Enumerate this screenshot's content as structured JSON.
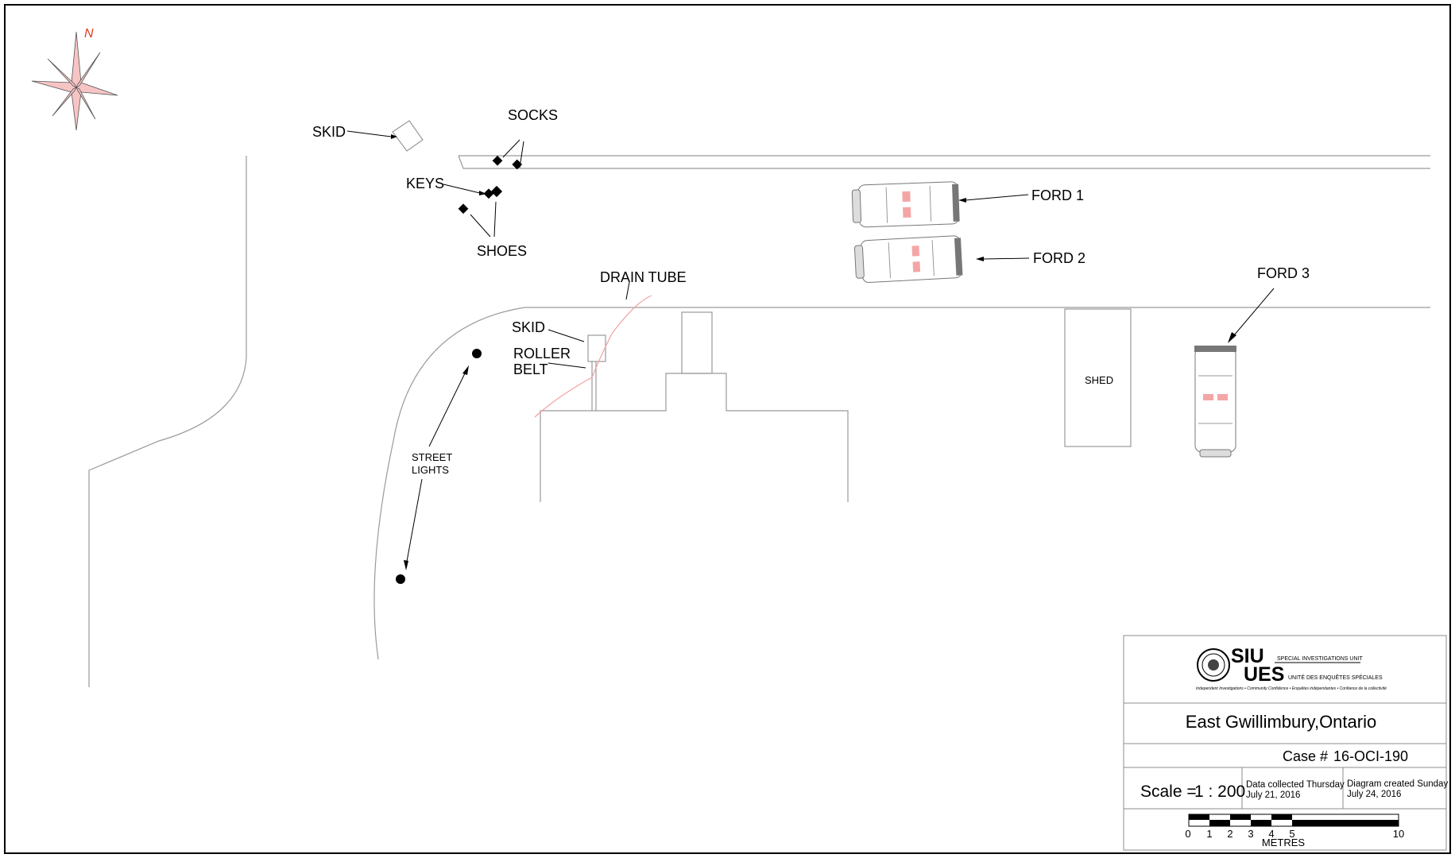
{
  "compass": {
    "north_label": "N",
    "accent_color": "#f7c4c4",
    "north_color": "#e23b1e"
  },
  "labels": {
    "skid_top": "SKID",
    "socks": "SOCKS",
    "keys": "KEYS",
    "shoes": "SHOES",
    "drain_tube": "DRAIN TUBE",
    "skid_mid": "SKID",
    "roller_belt_1": "ROLLER",
    "roller_belt_2": "BELT",
    "street_lights_1": "STREET",
    "street_lights_2": "LIGHTS",
    "shed": "SHED",
    "ford1": "FORD 1",
    "ford2": "FORD 2",
    "ford3": "FORD 3"
  },
  "title_block": {
    "logo": {
      "primary": "SIU",
      "secondary": "UES",
      "primary_sub": "SPECIAL INVESTIGATIONS UNIT",
      "secondary_sub": "UNITÉ DES ENQUÊTES SPÉCIALES",
      "tagline": "Independent Investigations • Community Confidence • Enquêtes indépendantes • Confiance de la collectivité"
    },
    "location": "East Gwillimbury,Ontario",
    "case_label": "Case #",
    "case_number": "16-OCI-190",
    "scale_label": "Scale =",
    "scale_value": "1 : 200",
    "data_collected_1": "Data collected Thursday",
    "data_collected_2": "July 21, 2016",
    "diagram_created_1": "Diagram created Sunday",
    "diagram_created_2": "July 24, 2016",
    "scale_bar_ticks": [
      "0",
      "1",
      "2",
      "3",
      "4",
      "5",
      "10"
    ],
    "scale_bar_unit": "METRES"
  },
  "colors": {
    "drain_tube": "#f2a0a0",
    "vehicle_accent": "#f4a6a6"
  }
}
